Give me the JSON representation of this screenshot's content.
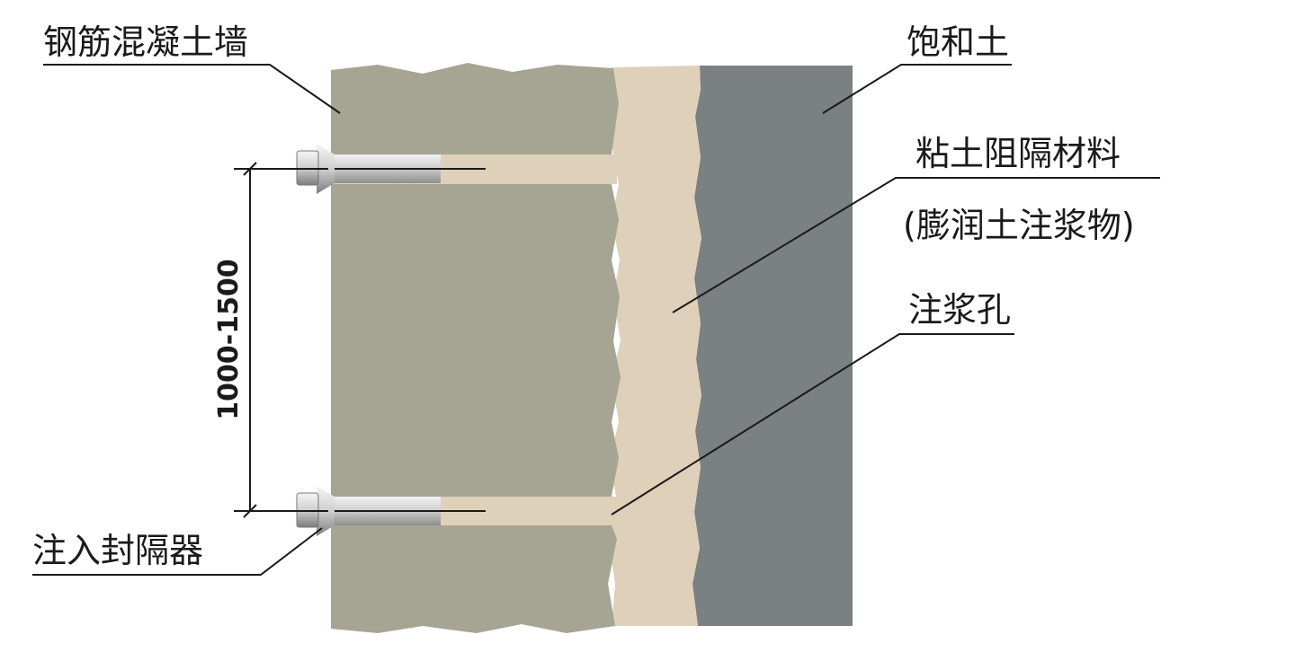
{
  "labels": {
    "wall": "钢筋混凝土墙",
    "saturated_soil": "饱和土",
    "clay_barrier_line1": "粘土阻隔材料",
    "clay_barrier_line2": "(膨润土注浆物)",
    "grout_hole": "注浆孔",
    "injection_packer": "注入封隔器"
  },
  "dimension": {
    "spacing": "1000-1500"
  },
  "colors": {
    "concrete": "#a6a493",
    "clay": "#dfd0ba",
    "soil": "#7b8083",
    "steel_light": "#d9d9d9",
    "steel_dark": "#8d8d8d",
    "line": "#1a1a1a"
  }
}
